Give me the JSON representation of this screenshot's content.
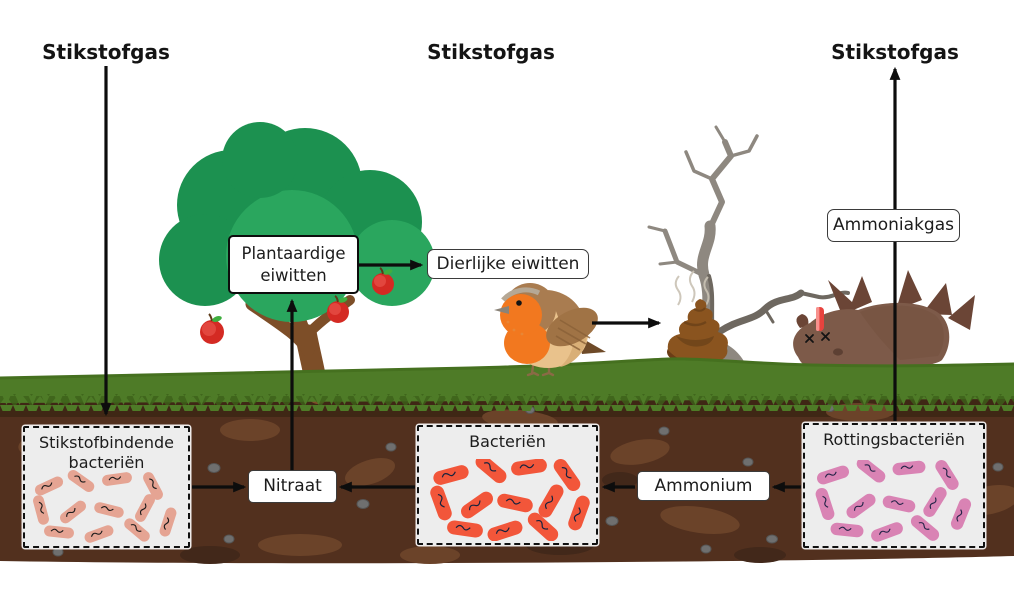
{
  "diagram": {
    "name": "Stikstofkringloop (nitrogen cycle) schematic",
    "language": "nl"
  },
  "labels": {
    "stikstofgas_left": "Stikstofgas",
    "stikstofgas_center": "Stikstofgas",
    "stikstofgas_right": "Stikstofgas"
  },
  "boxes": {
    "plant_proteins": "Plantaardige eiwitten",
    "animal_proteins": "Dierlijke eiwitten",
    "ammonia_gas": "Ammoniakgas",
    "nitrate": "Nitraat",
    "ammonium": "Ammonium"
  },
  "bacteria_boxes": {
    "nitrogen_fixing": {
      "label": "Stikstofbindende bacteriën",
      "color": "#e5a493"
    },
    "soil": {
      "label": "Bacteriën",
      "color": "#f2563a"
    },
    "rotting": {
      "label": "Rottingsbacteriën",
      "color": "#d983b4"
    }
  },
  "illustrations": {
    "apple_tree": "tree with red apples",
    "robin_bird": "robin standing on grass",
    "droppings": "steaming animal droppings",
    "dead_tree": "bare grey dead tree",
    "dead_animal": "dead animal lying on its back"
  },
  "colors": {
    "arrow": "#0d0d0d",
    "grass": "#4e7b27",
    "grass_dark": "#3c6119",
    "soil": "#52301e",
    "soil_light": "#6b4329",
    "canopy_dark": "#1c9150",
    "canopy_light": "#2aa65e",
    "trunk": "#7d4e28",
    "box_background": "#ffffff",
    "bacteria_box_background": "#ededed"
  }
}
